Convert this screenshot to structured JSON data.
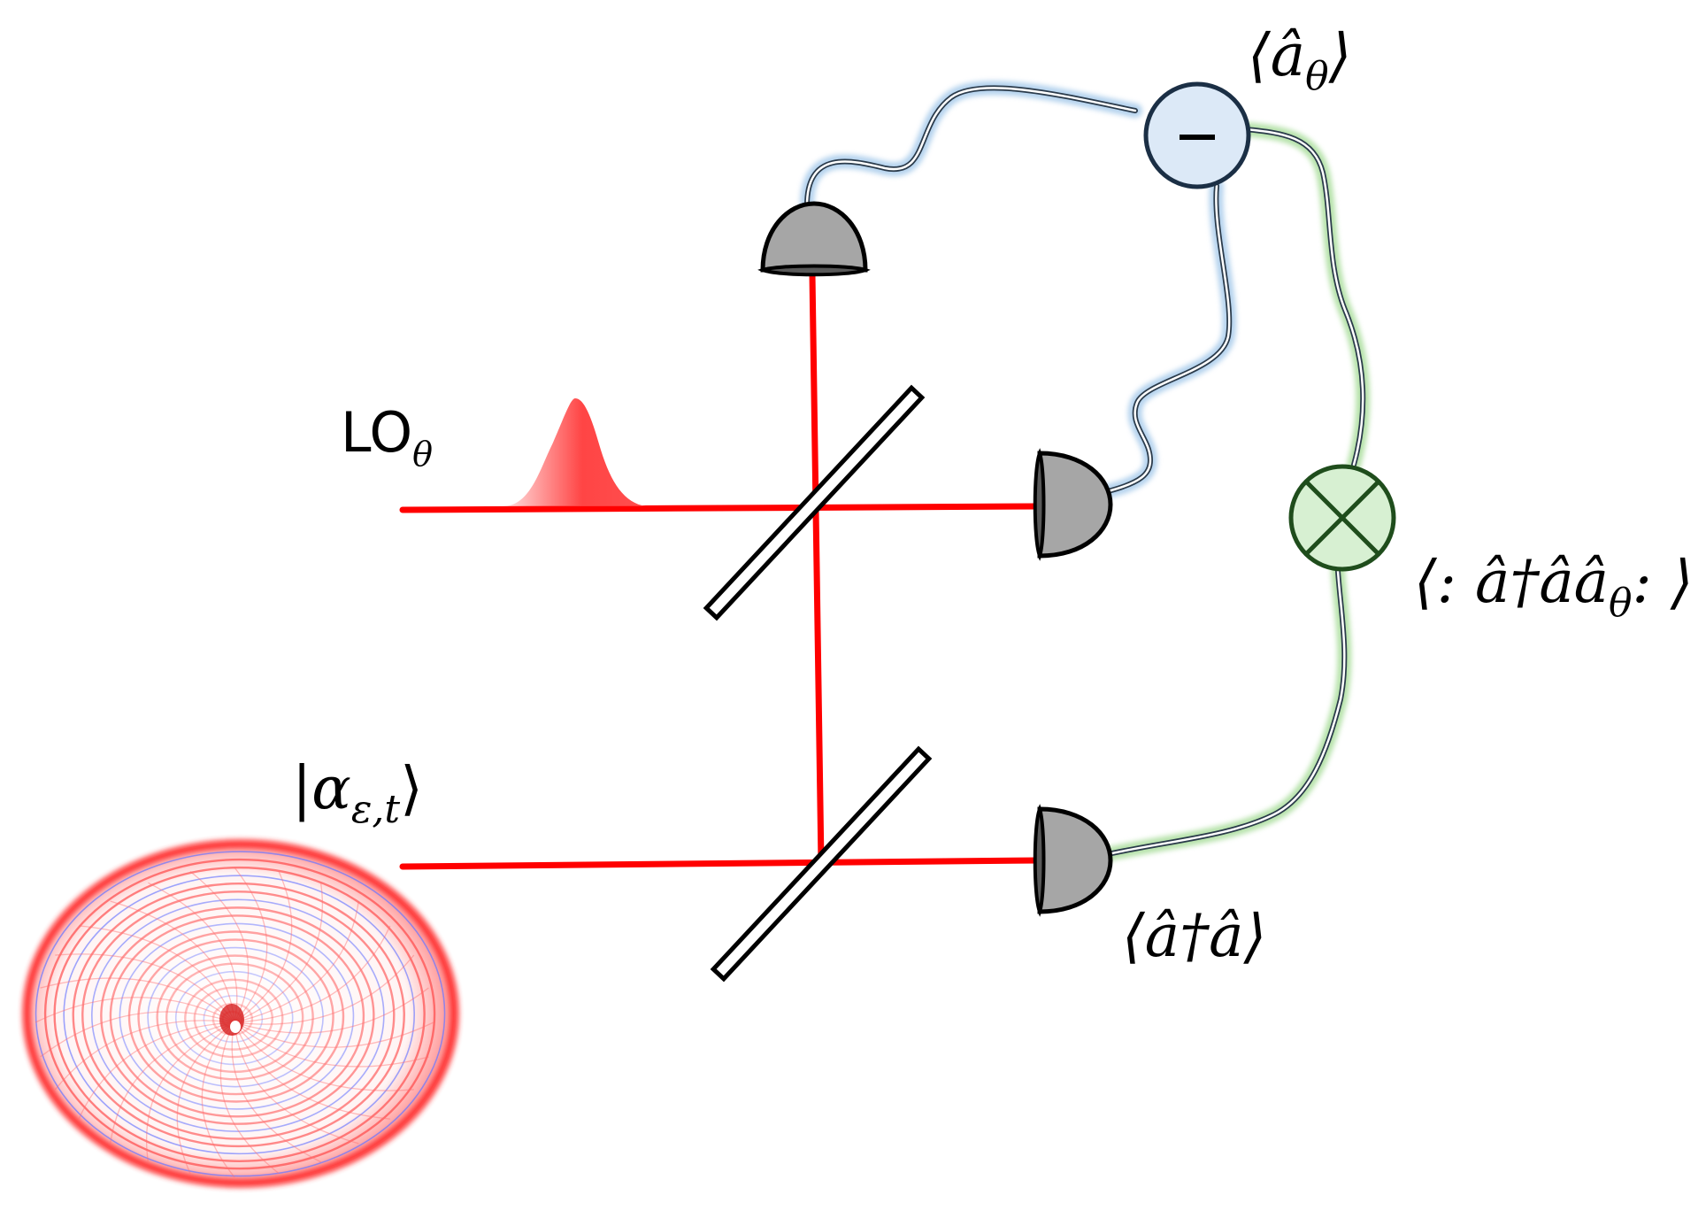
{
  "labels": {
    "lo": "LO",
    "lo_sub": "θ",
    "input_state": "|α",
    "input_state_sub": "ε,t",
    "input_state_close": "⟩",
    "quadrature": "⟨â",
    "quadrature_sub": "θ",
    "quadrature_close": "⟩",
    "photon_number": "⟨â†â⟩",
    "correlation": "⟨: â†ââ",
    "correlation_sub": "θ",
    "correlation_close": ": ⟩",
    "subtract_symbol": "−"
  },
  "colors": {
    "beam": "#ff0000",
    "detector": "#a6a6a6",
    "subtractor_fill": "#dce9f7",
    "subtractor_stroke": "#1b2f45",
    "multiplier_fill": "#d7f0d2",
    "multiplier_stroke": "#1f4d1c",
    "blue_glow": "#9cc4e8",
    "green_glow": "#9fd98f"
  }
}
